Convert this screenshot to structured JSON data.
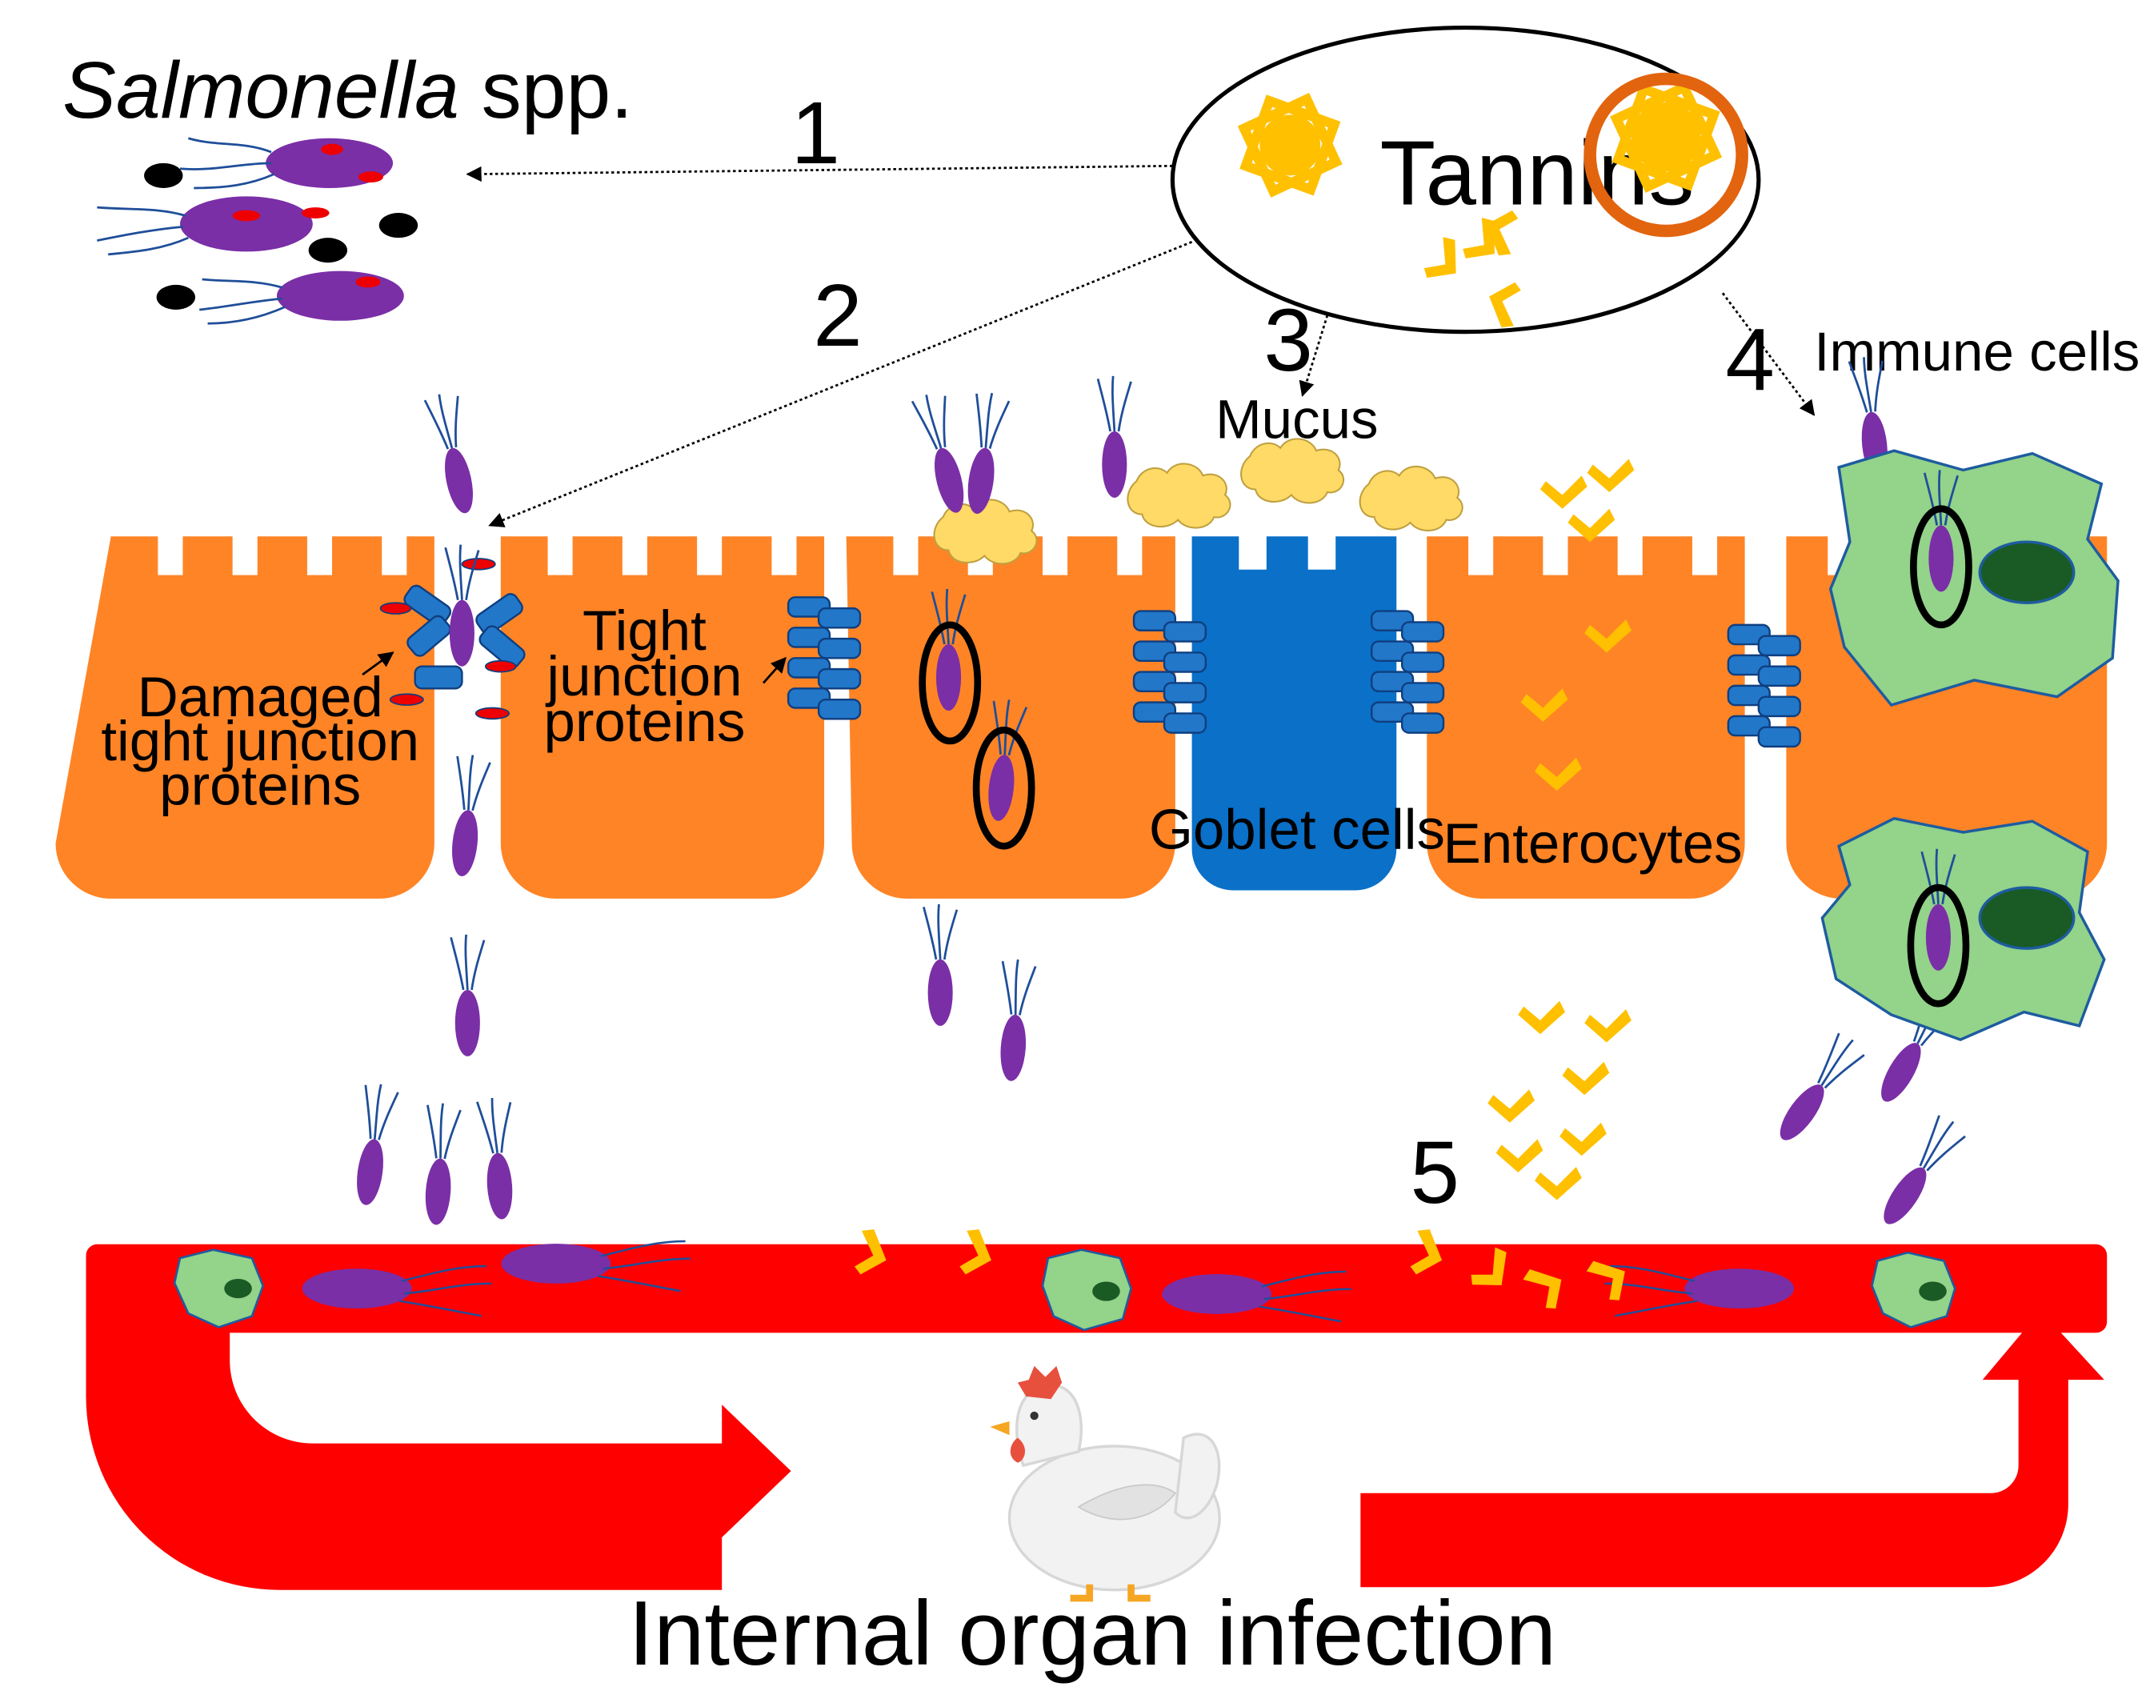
{
  "title": {
    "italic": "Salmonella",
    "plain": " spp."
  },
  "tannins": {
    "label": "Tannins"
  },
  "steps": [
    "1",
    "2",
    "3",
    "4",
    "5"
  ],
  "labels": {
    "damaged_tj": [
      "Damaged",
      "tight junction",
      "proteins"
    ],
    "tight_junction": [
      "Tight",
      "junction",
      "proteins"
    ],
    "mucus": "Mucus",
    "goblet": "Goblet cells",
    "enterocytes": "Enterocytes",
    "immune": "Immune cells"
  },
  "caption": "Internal organ infection",
  "colors": {
    "enterocyte": "#FF8426",
    "goblet": "#0A70C8",
    "bacteria": "#7A2FA6",
    "flagella": "#1F4E99",
    "tight_junction": "#2277C9",
    "tannin": "#FFC000",
    "tannin_ring": "#E2640F",
    "mucus": "#FFDA66",
    "immune_cell": "#93D38A",
    "nucleus": "#1A5A25",
    "blood": "#FF0000"
  }
}
